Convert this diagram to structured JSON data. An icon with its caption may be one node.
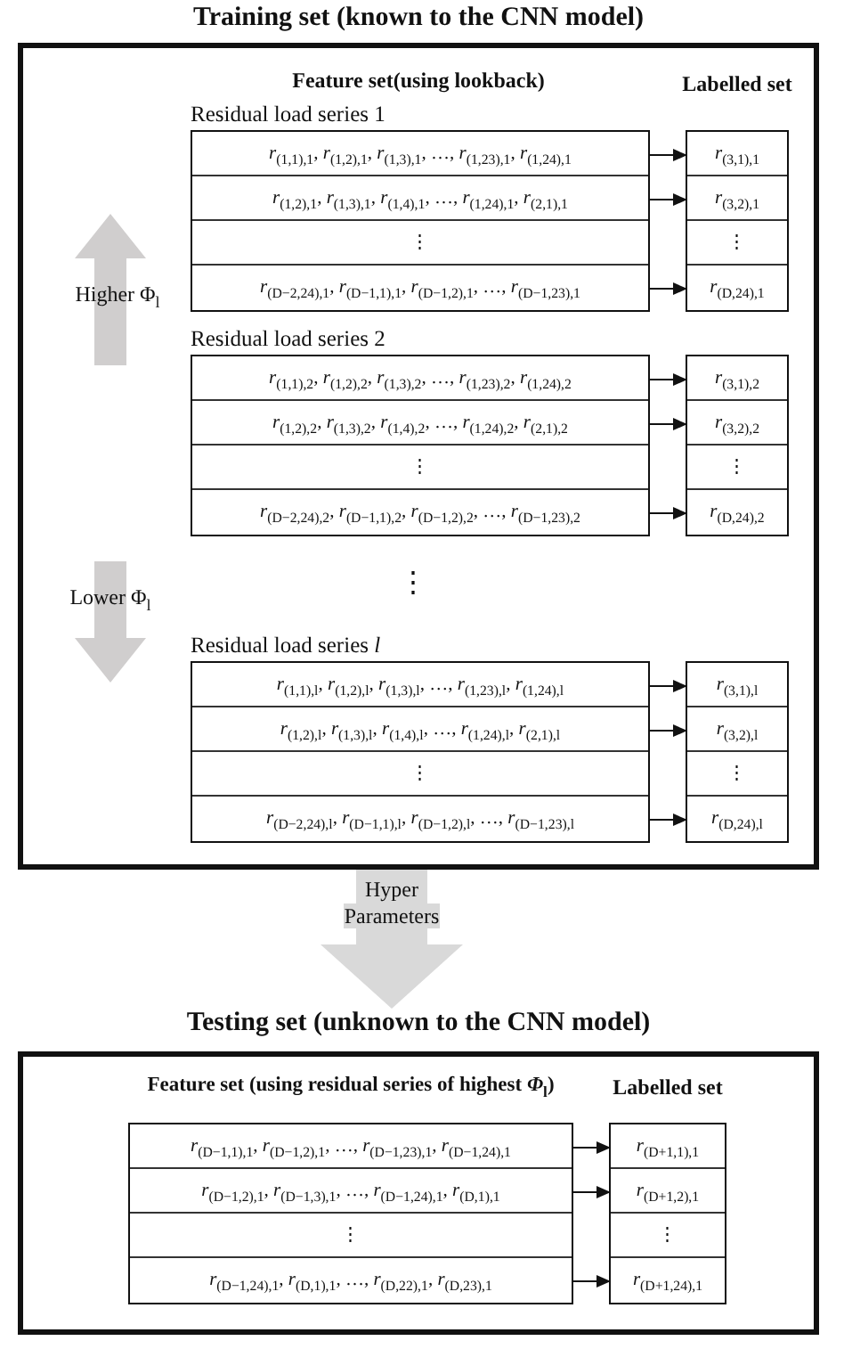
{
  "diagram": {
    "nodes": [
      {
        "text": [
          "Training set (known to the CNN model)"
        ]
      },
      {
        "text": [
          "Residual load series 1"
        ],
        "in": 0
      },
      {
        "text": [
          "*r*$_{(1,1),1}$, *r*$_{(1,2),1}$, *r*$_{(1,3),1}$, …, *r*$_{(1,23),1}$, *r*$_{(1,24),1}$"
        ],
        "in": 1
      },
      {
        "text": [
          "*r*$_{(1,2),1}$, *r*$_{(1,3),1}$, *r*$_{(1,4),1}$, …, *r*$_{(1,24),1}$, *r*$_{(2,1),1}$"
        ],
        "in": 1
      },
      {
        "text": [
          "⋮"
        ],
        "in": 1
      },
      {
        "text": [
          "*r*$_{(D−2,24),1}$, *r*$_{(D−1,1),1}$, *r*$_{(D−1,2),1}$, …, *r*$_{(D−1,23),1}$"
        ],
        "in": 1
      },
      {
        "text": [],
        "shape": "box",
        "in": 0
      },
      {
        "text": [
          "*r*$_{(3,1),1}$"
        ],
        "in": 6
      },
      {
        "text": [
          "*r*$_{(3,2),1}$"
        ],
        "in": 6
      },
      {
        "text": [
          "⋮"
        ],
        "in": 6
      },
      {
        "text": [
          "*r*$_{(D,24),1}$"
        ],
        "in": 6
      },
      {
        "text": [
          "Residual load series 2"
        ],
        "in": 0
      },
      {
        "text": [
          "*r*$_{(1,1),2}$, *r*$_{(1,2),2}$, *r*$_{(1,3),2}$, …, *r*$_{(1,23),2}$, *r*$_{(1,24),2}$"
        ],
        "in": 11
      },
      {
        "text": [
          "*r*$_{(1,2),2}$, *r*$_{(1,3),2}$, *r*$_{(1,4),2}$, …, *r*$_{(1,24),2}$, *r*$_{(2,1),2}$"
        ],
        "in": 11
      },
      {
        "text": [
          "⋮"
        ],
        "in": 11
      },
      {
        "text": [
          "*r*$_{(D−2,24),2}$, *r*$_{(D−1,1),2}$, *r*$_{(D−1,2),2}$, …, *r*$_{(D−1,23),2}$"
        ],
        "in": 11
      },
      {
        "text": [],
        "shape": "box",
        "in": 0
      },
      {
        "text": [
          "*r*$_{(3,1),2}$"
        ],
        "in": 16
      },
      {
        "text": [
          "*r*$_{(3,2),2}$"
        ],
        "in": 16
      },
      {
        "text": [
          "⋮"
        ],
        "in": 16
      },
      {
        "text": [
          "*r*$_{(D,24),2}$"
        ],
        "in": 16
      },
      {
        "text": [
          "Residual load series *l*"
        ],
        "in": 0
      },
      {
        "text": [
          "*r*$_{(1,1),l}$, *r*$_{(1,2),l}$, *r*$_{(1,3),l}$, …, *r*$_{(1,23),l}$, *r*$_{(1,24),l}$"
        ],
        "in": 21
      },
      {
        "text": [
          "*r*$_{(1,2),l}$, *r*$_{(1,3),l}$, *r*$_{(1,4),l}$, …, *r*$_{(1,24),l}$, *r*$_{(2,1),l}$"
        ],
        "in": 21
      },
      {
        "text": [
          "⋮"
        ],
        "in": 21
      },
      {
        "text": [
          "*r*$_{(D−2,24),l}$, *r*$_{(D−1,1),l}$, *r*$_{(D−1,2),l}$, …, *r*$_{(D−1,23),l}$"
        ],
        "in": 21
      },
      {
        "text": [],
        "shape": "box",
        "in": 0
      },
      {
        "text": [
          "*r*$_{(3,1),l}$"
        ],
        "in": 26
      },
      {
        "text": [
          "*r*$_{(3,2),l}$"
        ],
        "in": 26
      },
      {
        "text": [
          "⋮"
        ],
        "in": 26
      },
      {
        "text": [
          "*r*$_{(D,24),l}$"
        ],
        "in": 26
      },
      {
        "text": [
          "Testing set (unknown to the CNN model)"
        ]
      },
      {
        "text": [],
        "shape": "box",
        "in": 31
      },
      {
        "text": [
          "*r*$_{(D−1,1),1}$, *r*$_{(D−1,2),1}$, …, *r*$_{(D−1,23),1}$, *r*$_{(D−1,24),1}$"
        ],
        "in": 32
      },
      {
        "text": [
          "*r*$_{(D−1,2),1}$, *r*$_{(D−1,3),1}$, …, *r*$_{(D−1,24),1}$, *r*$_{(D,1),1}$"
        ],
        "in": 32
      },
      {
        "text": [
          "⋮"
        ],
        "in": 32
      },
      {
        "text": [
          "*r*$_{(D−1,24),1}$, *r*$_{(D,1),1}$, …, *r*$_{(D,22),1}$, *r*$_{(D,23),1}$"
        ],
        "in": 32
      },
      {
        "text": [],
        "shape": "box",
        "in": 31
      },
      {
        "text": [
          "*r*$_{(D+1,1),1}$"
        ],
        "in": 37
      },
      {
        "text": [
          "*r*$_{(D+1,2),1}$"
        ],
        "in": 37
      },
      {
        "text": [
          "⋮"
        ],
        "in": 37
      },
      {
        "text": [
          "*r*$_{(D+1,24),1}$"
        ],
        "in": 37
      }
    ],
    "edges": [
      {
        "from": 2,
        "to": 7,
        "arrow": "to"
      },
      {
        "from": 3,
        "to": 8,
        "arrow": "to"
      },
      {
        "from": 5,
        "to": 10,
        "arrow": "to"
      },
      {
        "from": 12,
        "to": 17,
        "arrow": "to"
      },
      {
        "from": 13,
        "to": 18,
        "arrow": "to"
      },
      {
        "from": 15,
        "to": 20,
        "arrow": "to"
      },
      {
        "from": 22,
        "to": 27,
        "arrow": "to"
      },
      {
        "from": 23,
        "to": 28,
        "arrow": "to"
      },
      {
        "from": 25,
        "to": 30,
        "arrow": "to"
      },
      {
        "from": 0,
        "to": 31,
        "arrow": "to",
        "label": "Hyper Parameters",
        "style": "thick",
        "color": "#d9d9d9"
      },
      {
        "from": 33,
        "to": 38,
        "arrow": "to"
      },
      {
        "from": 34,
        "to": 39,
        "arrow": "to"
      },
      {
        "from": 36,
        "to": 41,
        "arrow": "to"
      }
    ],
    "labels": [
      "Feature set(using lookback)",
      "Labelled set",
      "Higher Φ$_{l}$",
      "⋮",
      "Lower Φ$_{l}$",
      "Feature set (using residual series of highest *Φ*$_{l}$)",
      "Labelled set"
    ]
  }
}
